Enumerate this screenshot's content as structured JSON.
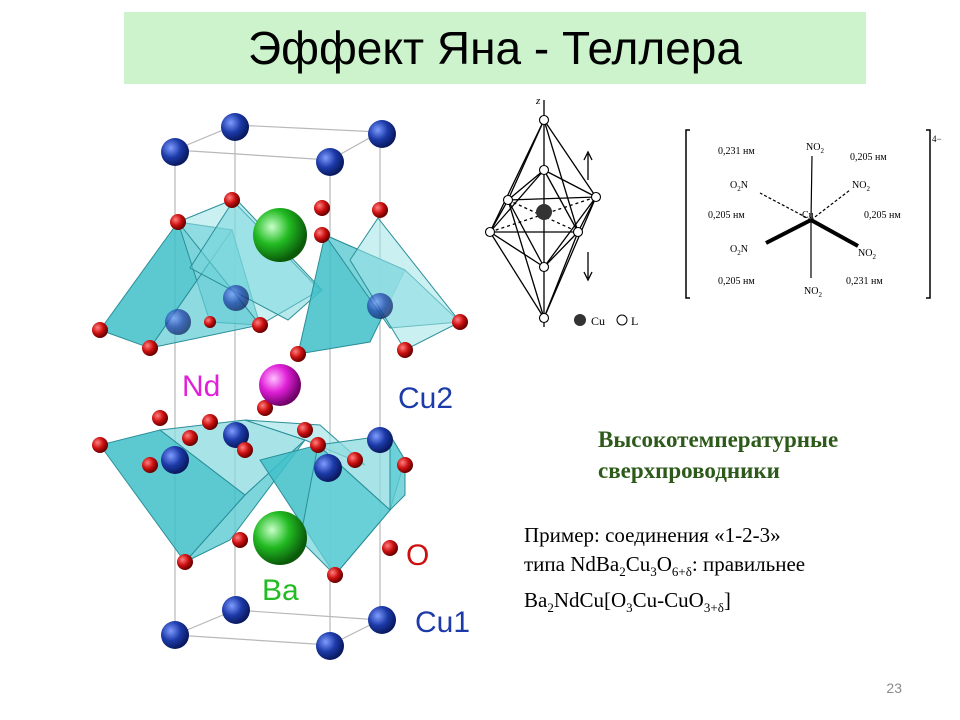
{
  "slide": {
    "title": "Эффект Яна - Теллера",
    "page_number": "23"
  },
  "crystal": {
    "labels": {
      "nd": "Nd",
      "cu2": "Cu2",
      "o": "O",
      "ba": "Ba",
      "cu1": "Cu1"
    },
    "colors": {
      "nd": "#e020d8",
      "cu": "#1c3aa8",
      "o": "#cc1010",
      "ba": "#22bb22",
      "polyhedra": "#3fbfc9"
    }
  },
  "octahedron": {
    "axis_label": "z",
    "legend": {
      "cu": "Cu",
      "l": "L"
    }
  },
  "complex": {
    "charge": "4−",
    "center": "Cu",
    "ligands": {
      "no2": "NO",
      "o2n": "O",
      "sub2": "2",
      "n": "N"
    },
    "distances": {
      "d231": "0,231 нм",
      "d205": "0,205 нм"
    }
  },
  "text": {
    "heading_line1": "Высокотемпературные",
    "heading_line2": "сверхпроводники",
    "example_line1": "Пример: соединения «1-2-3»",
    "l2_a": "типа NdBa",
    "l2_b": "2",
    "l2_c": "Cu",
    "l2_d": "3",
    "l2_e": "O",
    "l2_f": "6+δ",
    "l2_g": ": правильнее",
    "l3_a": "Ba",
    "l3_b": "2",
    "l3_c": "NdCu[O",
    "l3_d": "3",
    "l3_e": "Cu-CuO",
    "l3_f": "3+δ",
    "l3_g": "]"
  }
}
